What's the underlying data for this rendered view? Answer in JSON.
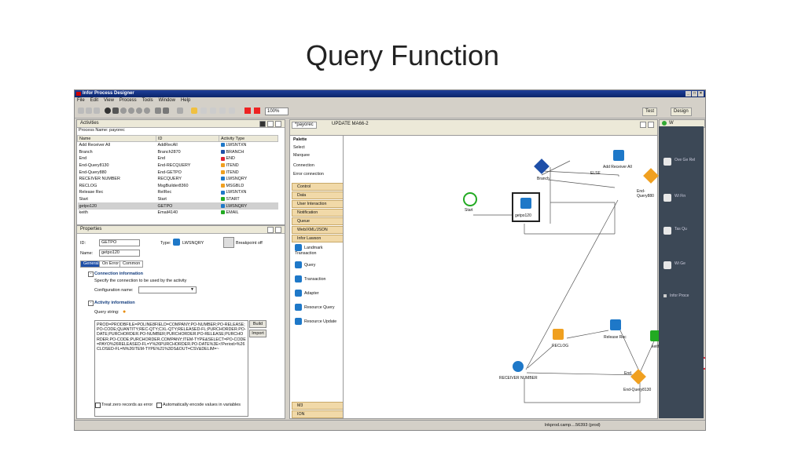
{
  "slide": {
    "title": "Query Function"
  },
  "window": {
    "title": "Infor Process Designer",
    "controls": [
      "_",
      "□",
      "×"
    ]
  },
  "menu": [
    "File",
    "Edit",
    "View",
    "Process",
    "Tools",
    "Window",
    "Help"
  ],
  "toolbar": {
    "zoom": "100%",
    "test_label": "Test",
    "design_label": "Design"
  },
  "activities": {
    "tab_label": "Activities",
    "process_name_label": "Process Name:",
    "process_name": "payorec",
    "columns": [
      "Name",
      "ID",
      "Activity Type"
    ],
    "rows": [
      {
        "name": "Add Receiver All",
        "id": "AddRecAll",
        "type": "LWSNTXN",
        "color": "#1e78c8"
      },
      {
        "name": "Branch",
        "id": "Branch2870",
        "type": "BRANCH",
        "color": "#1e4fa8"
      },
      {
        "name": "End",
        "id": "End",
        "type": "END",
        "color": "#d23"
      },
      {
        "name": "End-Query8130",
        "id": "End-RECQUERY",
        "type": "ITEND",
        "color": "#f0a020"
      },
      {
        "name": "End-Query880",
        "id": "End-GETPO",
        "type": "ITEND",
        "color": "#f0a020"
      },
      {
        "name": "RECEIVER NUMBER",
        "id": "RECQUERY",
        "type": "LWSNQRY",
        "color": "#1e78c8"
      },
      {
        "name": "RECLOG",
        "id": "MsgBuilder8360",
        "type": "MSGBLD",
        "color": "#f0a020"
      },
      {
        "name": "Release Rec",
        "id": "RelRec",
        "type": "LWSNTXN",
        "color": "#1e78c8"
      },
      {
        "name": "Start",
        "id": "Start",
        "type": "START",
        "color": "#2a2"
      },
      {
        "name": "getpo120",
        "id": "GETPO",
        "type": "LWSNQRY",
        "color": "#1e78c8"
      },
      {
        "name": "keith",
        "id": "Email4140",
        "type": "EMAIL",
        "color": "#2a2"
      }
    ]
  },
  "properties": {
    "tab_label": "Properties",
    "id_label": "ID:",
    "id_value": "GETPO",
    "type_label": "Type:",
    "type_value": "LWSNQRY",
    "name_label": "Name:",
    "name_value": "getpo120",
    "breakpoint_label": "Breakpoint off",
    "tabs": [
      "General",
      "On Error",
      "Common"
    ],
    "conn_section": "Connection information",
    "conn_desc": "Specify the connection to be used by the activity",
    "config_label": "Configuration name:",
    "act_section": "Activity information",
    "query_label": "Query string:",
    "query_text": "PROD=PRODBFILE=POLINE8FIELD=COMPANY;PO-NUMBER;PO-RELEASE;PO-CODE;QUANTITY;REC-QTY;CXL-QTY;RELEASED-FL;PURCHORDER.PO-DATE;PURCHORDER.PO-NUMBER;PURCHORDER.PO-RELEASE;PURCHORDER.PO-CODE;PURCHORDER.COMPANY;ITEM-TYPE&SELECT=PO-CODE=PAYO%26RELEASED-FL=Y%26PURCHORDER.PO-DATE%3E<!Period>%26CLOSED-FL=N%26ITEM-TYPE%21%3DS&OUT=CSV&DELIM=~",
    "build_label": "Build",
    "import_label": "Import",
    "chk1": "Treat zero records as error",
    "chk2": "Automatically encode values in variables"
  },
  "editor": {
    "tab1": "*payorec",
    "tab2": "UPDATE MA66-2"
  },
  "palette": {
    "header": "Palette",
    "tools": [
      "Select",
      "Marquee",
      "Connection",
      "Error connection"
    ],
    "categories": [
      "Control",
      "Data",
      "User Interaction",
      "Notification",
      "Queue",
      "Web/XML/JSON",
      "Infor Lawson"
    ],
    "lawson_items": [
      "Landmark Transaction",
      "Query",
      "Transaction",
      "Adapter",
      "Resource Query",
      "Resource Update"
    ],
    "bottom": [
      "M3",
      "ION"
    ]
  },
  "flow": {
    "start": "Start",
    "getpo": "getpo120",
    "branch": "Branch",
    "add_recv": "Add Receiver All",
    "endq880": "End-Query880",
    "else": "ELSE",
    "reclog": "RECLOG",
    "release": "Release Rec",
    "keith": "keith",
    "end": "End",
    "recv_num": "RECEIVER NUMBER",
    "endq8130": "End-Query8130"
  },
  "right_panel": {
    "header": "W",
    "items": [
      "Ove Ge Rel",
      "Wi Fin",
      "Tas Qu",
      "Wi Ge"
    ],
    "infor": "Infor Proce"
  },
  "status": {
    "text": "lnkprod.camp....56393 (prod)"
  }
}
